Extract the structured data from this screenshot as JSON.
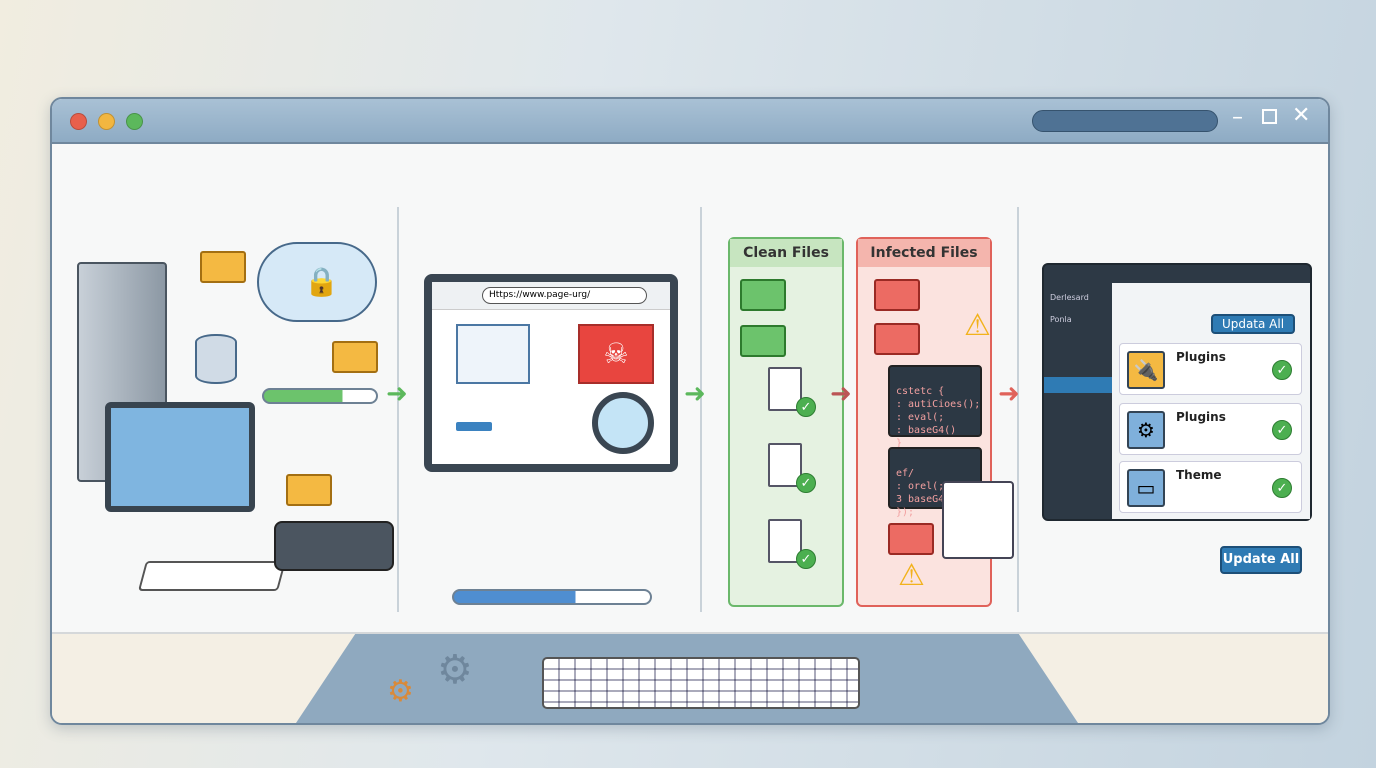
{
  "window": {
    "controls": [
      "close",
      "minimize",
      "maximize"
    ],
    "icons": [
      "minimize-icon",
      "restore-icon",
      "close-icon"
    ]
  },
  "browser": {
    "url": "Https://www.page-urg/"
  },
  "clean_panel": {
    "title": "Clean Files"
  },
  "infected_panel": {
    "title": "Infected Files",
    "code1": "cstetc {\n: autiCioes();\n: eval(;\n: baseG4()\n}",
    "code2": "ef/\n: orel(;\n3 baseG4\n});"
  },
  "dashboard": {
    "brand": "Derlesard",
    "menu_first": "Ponla",
    "update_top": "Updata All",
    "cards": [
      {
        "label": "Plugins",
        "icon": "plug-icon"
      },
      {
        "label": "Plugins",
        "icon": "gear-icon"
      },
      {
        "label": "Theme",
        "icon": "theme-icon"
      }
    ]
  },
  "update_button": "Update All",
  "colors": {
    "clean": "#6bb86b",
    "infected": "#e0625a",
    "accent": "#2f7bb4"
  }
}
